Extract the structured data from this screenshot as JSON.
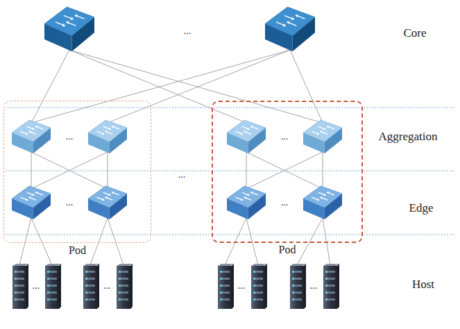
{
  "diagram": {
    "nodes": [
      {
        "text": [
          "Pod"
        ]
      },
      {
        "text": [
          "Pod"
        ]
      }
    ],
    "labels": [
      "...",
      "Core",
      "...",
      "...",
      "Aggregation",
      "...",
      "...",
      "...",
      "Edge",
      "...",
      "...",
      "...",
      "...",
      "Host"
    ]
  }
}
